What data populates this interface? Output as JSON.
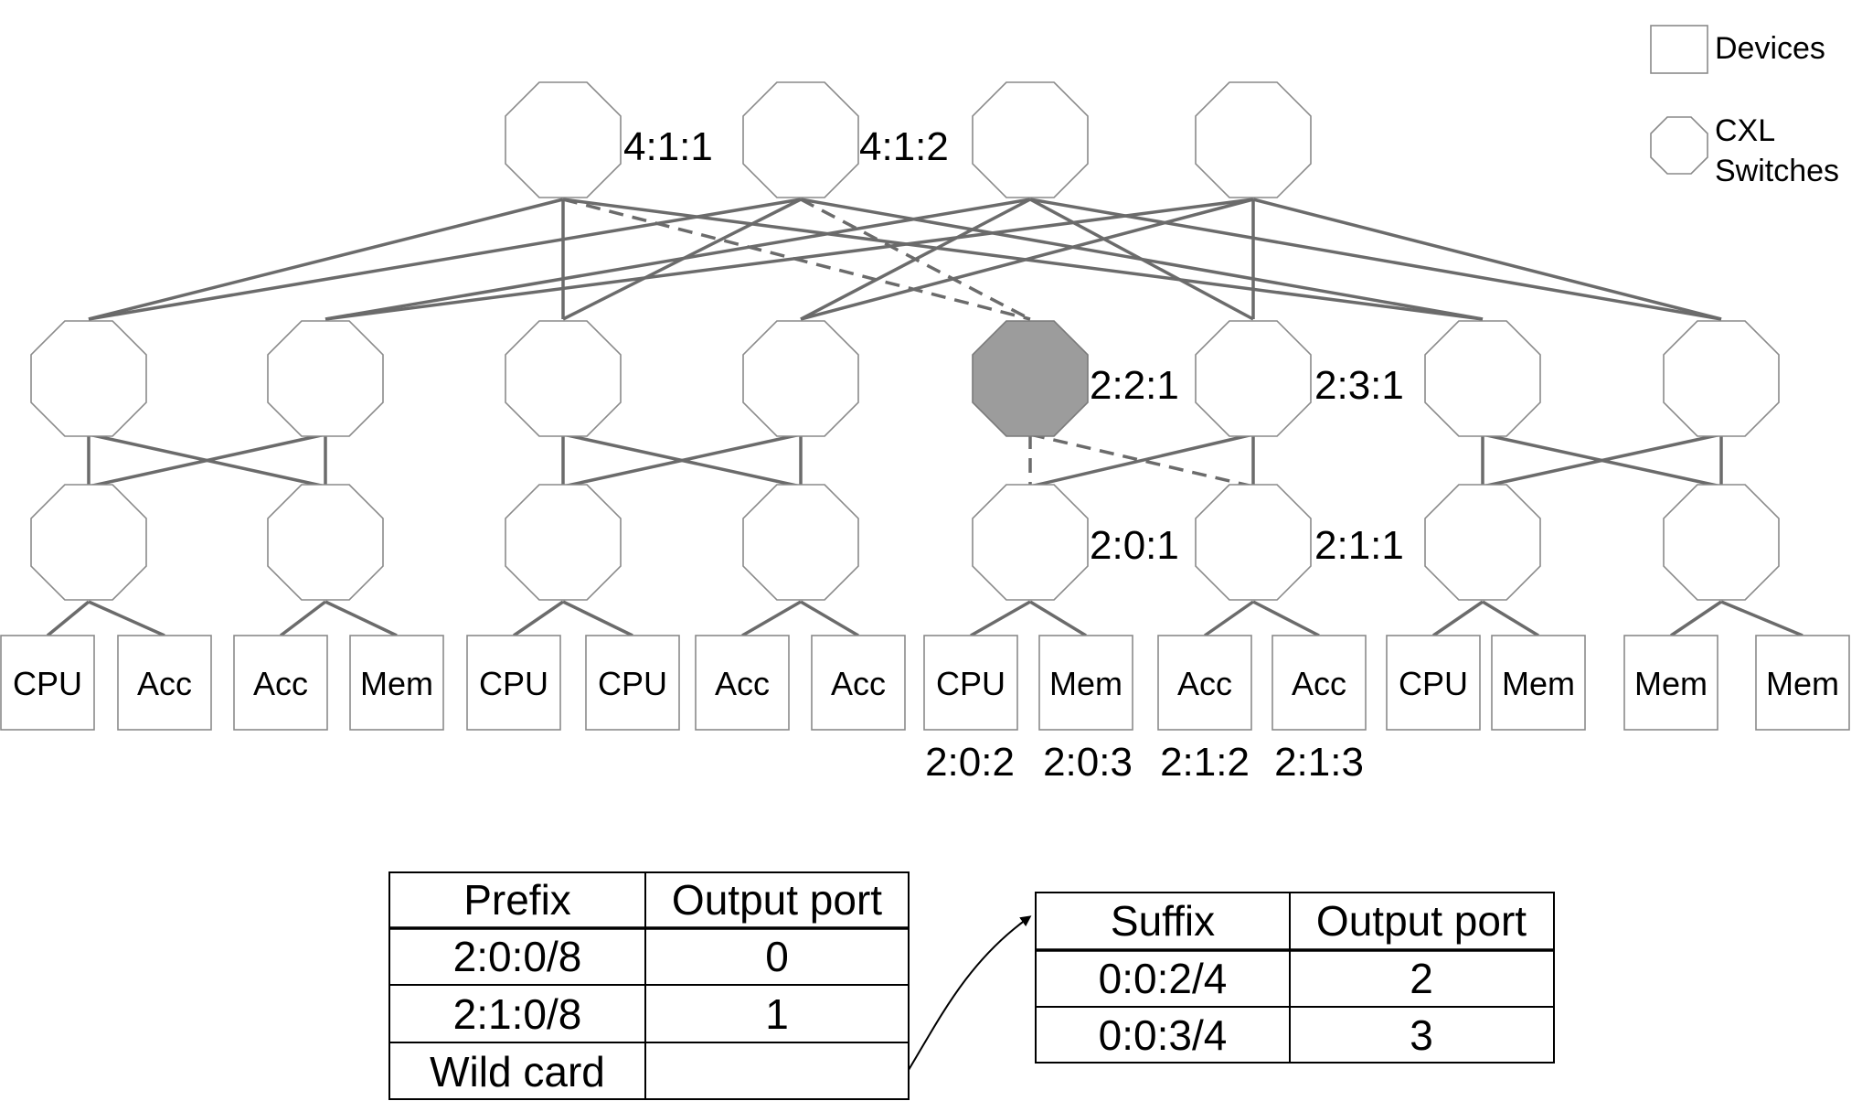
{
  "legend": {
    "devices_label": "Devices",
    "switch_label_line1": "CXL",
    "switch_label_line2": "Switches"
  },
  "switch_labels": {
    "top_1": "4:1:1",
    "top_2": "4:1:2",
    "agg_highlighted": "2:2:1",
    "agg_right": "2:3:1",
    "edge_left": "2:0:1",
    "edge_right": "2:1:1"
  },
  "devices": [
    "CPU",
    "Acc",
    "Acc",
    "Mem",
    "CPU",
    "CPU",
    "Acc",
    "Acc",
    "CPU",
    "Mem",
    "Acc",
    "Acc",
    "CPU",
    "Mem",
    "Mem",
    "Mem"
  ],
  "device_addresses": [
    "2:0:2",
    "2:0:3",
    "2:1:2",
    "2:1:3"
  ],
  "prefix_table": {
    "headers": [
      "Prefix",
      "Output port"
    ],
    "rows": [
      [
        "2:0:0/8",
        "0"
      ],
      [
        "2:1:0/8",
        "1"
      ],
      [
        "Wild card",
        ""
      ]
    ]
  },
  "suffix_table": {
    "headers": [
      "Suffix",
      "Output port"
    ],
    "rows": [
      [
        "0:0:2/4",
        "2"
      ],
      [
        "0:0:3/4",
        "3"
      ]
    ]
  }
}
